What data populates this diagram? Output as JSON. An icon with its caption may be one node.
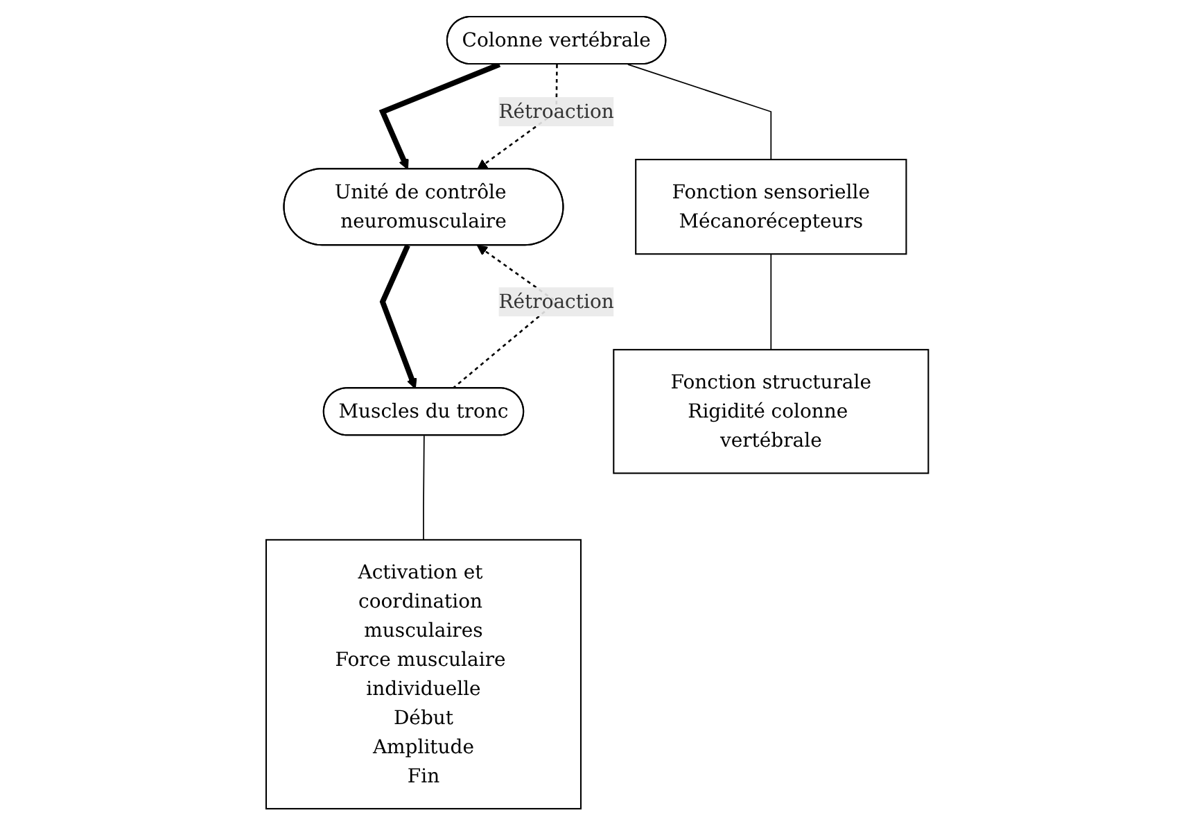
{
  "diagram": {
    "nodes": [
      {
        "text": [
          "Unité de contrôle neuromusculaire"
        ]
      },
      {
        "text": [
          "Colonne vertébrale"
        ]
      },
      {
        "text": [
          "Muscles du tronc"
        ]
      },
      {
        "text": [
          "Fonction sensorielle",
          "Mécanorécepteurs"
        ]
      },
      {
        "text": [
          "Fonction structurale",
          "Rigidité colonne vertébrale"
        ]
      },
      {
        "text": [
          "Activation et coordination musculaires",
          "Force musculaire individuelle",
          "Début",
          "Amplitude",
          "Fin"
        ]
      }
    ],
    "edges": [
      {
        "from": 1,
        "to": 0,
        "arrow": "to",
        "style": "thick"
      },
      {
        "from": 1,
        "to": 0,
        "arrow": "to",
        "style": "dashed",
        "label": "Rétroaction"
      },
      {
        "from": 0,
        "to": 2,
        "arrow": "to",
        "style": "thick"
      },
      {
        "from": 2,
        "to": 0,
        "arrow": "to",
        "style": "dashed",
        "label": "Rétroaction"
      },
      {
        "from": 1,
        "to": 3,
        "arrow": "none"
      },
      {
        "from": 3,
        "to": 4,
        "arrow": "none"
      },
      {
        "from": 2,
        "to": 5,
        "arrow": "none"
      }
    ]
  }
}
